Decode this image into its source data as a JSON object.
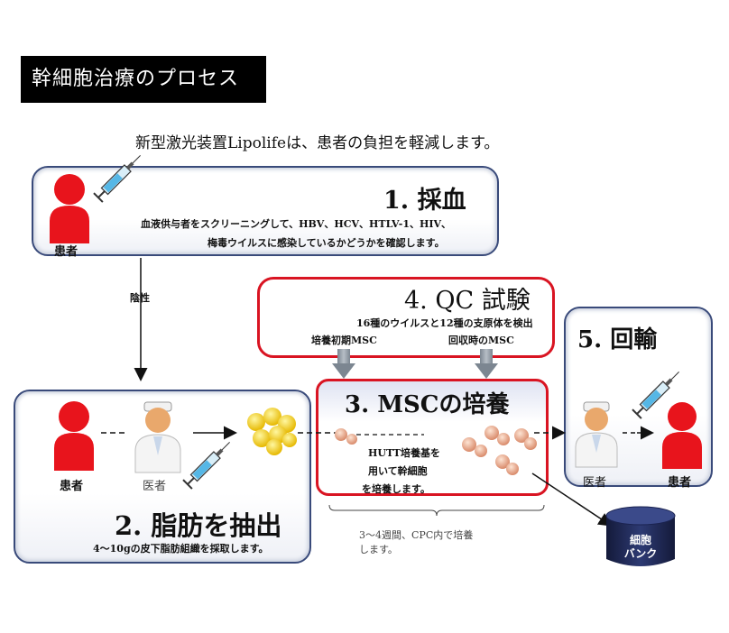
{
  "header": {
    "title": "幹細胞治療のプロセス",
    "subtitle": "新型激光装置Lipolifeは、患者の負担を軽減します。"
  },
  "step1": {
    "title": "1. 採血",
    "desc_line1": "血液供与者をスクリーニングして、HBV、HCV、HTLV-1、HIV、",
    "desc_line2": "梅毒ウイルスに感染しているかどうかを確認します。",
    "patient_label": "患者"
  },
  "arrow_label": "陰性",
  "step2": {
    "title": "2. 脂肪を抽出",
    "desc": "4～10gの皮下脂肪組織を採取します。",
    "patient_label": "患者",
    "doctor_label": "医者"
  },
  "step3": {
    "title": "3. MSCの培養",
    "desc_line1": "HUTT培養基を",
    "desc_line2": "用いて幹細胞",
    "desc_line3": "を培養します。"
  },
  "step4": {
    "title": "4. QC 試験",
    "desc": "16種のウイルスと12種の支原体を検出",
    "label_initial": "培養初期MSC",
    "label_collect": "回収時のMSC"
  },
  "step5": {
    "title": "5. 回輸",
    "doctor_label": "医者",
    "patient_label": "患者"
  },
  "duration": {
    "line1": "3～4週間、CPC内で培養",
    "line2": "します。"
  },
  "bank": {
    "line1": "細胞",
    "line2": "バンク"
  },
  "colors": {
    "red": "#e8141c",
    "navy": "#394a7a",
    "box_red": "#d91422"
  }
}
